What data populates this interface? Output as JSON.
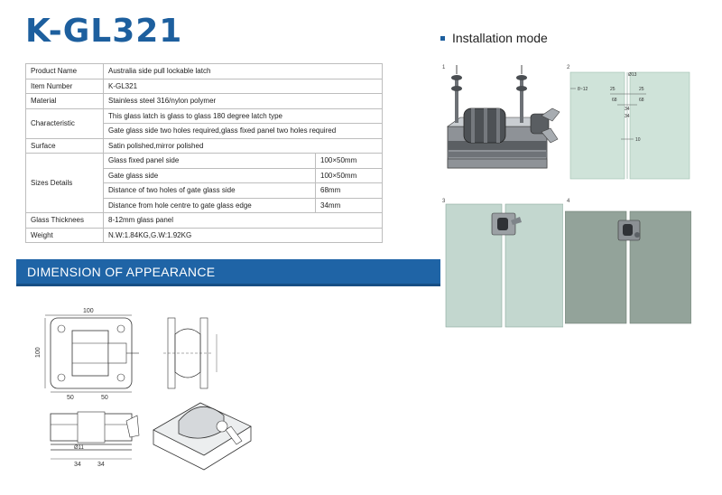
{
  "title": "K-GL321",
  "install": {
    "heading": "Installation mode",
    "steps": [
      "1",
      "2",
      "3",
      "4"
    ]
  },
  "dimension": {
    "heading": "DIMENSION OF APPEARANCE",
    "top_width": "100",
    "side_height": "100",
    "half_left": "50",
    "half_right": "50",
    "hole": "Ø11",
    "spacing_left": "34",
    "spacing_right": "34"
  },
  "step2_labels": {
    "hole": "Ø13",
    "gap": "8~12",
    "a": "25",
    "b": "25",
    "c": "68",
    "d": "68",
    "e": "34",
    "f": "34",
    "g": "10"
  },
  "specs": {
    "product_name": {
      "label": "Product Name",
      "value": "Australia side pull lockable latch"
    },
    "item_number": {
      "label": "Item Number",
      "value": "K-GL321"
    },
    "material": {
      "label": "Material",
      "value": "Stainless steel 316/nylon polymer"
    },
    "characteristic": {
      "label": "Characteristic",
      "values": [
        "This glass latch is glass to glass 180 degree latch type",
        "Gate glass side two holes required,glass fixed panel two holes required"
      ]
    },
    "surface": {
      "label": "Surface",
      "value": "Satin polished,mirror polished"
    },
    "sizes": {
      "label": "Sizes Details",
      "rows": [
        {
          "name": "Glass fixed panel side",
          "value": "100×50mm"
        },
        {
          "name": "Gate glass side",
          "value": "100×50mm"
        },
        {
          "name": "Distance of two holes of gate glass side",
          "value": "68mm"
        },
        {
          "name": "Distance from hole centre to gate glass edge",
          "value": "34mm"
        }
      ]
    },
    "thickness": {
      "label": "Glass Thicknees",
      "value": "8-12mm glass panel"
    },
    "weight": {
      "label": "Weight",
      "value": "N.W:1.84KG,G.W:1.92KG"
    }
  }
}
